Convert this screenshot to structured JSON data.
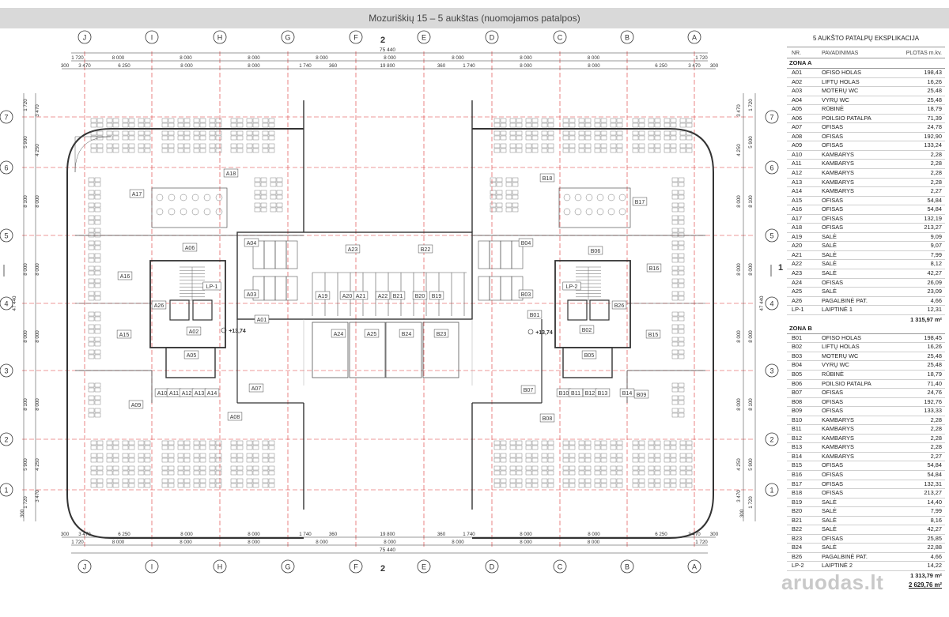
{
  "title": "Mozuriškių 15 – 5 aukštas (nuomojamos patalpos)",
  "watermark": "aruodas.lt",
  "axes_top": [
    "J",
    "I",
    "H",
    "G",
    "F",
    "E",
    "D",
    "C",
    "B",
    "A"
  ],
  "axes_side": [
    "7",
    "6",
    "5",
    "4",
    "3",
    "2",
    "1"
  ],
  "section_marks": {
    "vertical": "2",
    "horizontal": "1"
  },
  "dims": {
    "overall": "75 440",
    "row1": [
      "1 720",
      "8 000",
      "8 000",
      "8 000",
      "8 000",
      "8 000",
      "8 000",
      "8 000",
      "8 000",
      "1 720"
    ],
    "row2": [
      "300",
      "3 470",
      "6 250",
      "8 000",
      "8 000",
      "1 740",
      "360",
      "19 800",
      "360",
      "1 740",
      "8 000",
      "8 000",
      "6 250",
      "3 470",
      "300"
    ],
    "side_outer": "47 440",
    "side_a": [
      "1 720",
      "5 900",
      "8 100",
      "8 000",
      "8 000",
      "8 100",
      "5 900",
      "1 720"
    ],
    "side_b": [
      "3 470",
      "4 250",
      "8 000",
      "8 000",
      "8 000",
      "8 000",
      "4 250",
      "3 470"
    ],
    "side_end": "300"
  },
  "levels": [
    "+13,74",
    "+13,74"
  ],
  "rooms": {
    "A18": "A18",
    "A17": "A17",
    "A06": "A06",
    "A04": "A04",
    "A03": "A03",
    "A16": "A16",
    "LP1": "LP-1",
    "A26": "A26",
    "A02": "A02",
    "A01": "A01",
    "A15": "A15",
    "A05": "A05",
    "A09": "A09",
    "A07": "A07",
    "A08": "A08",
    "A10": "A10",
    "A11": "A11",
    "A12": "A12",
    "A13": "A13",
    "A14": "A14",
    "A23": "A23",
    "A19": "A19",
    "A20": "A20",
    "A21": "A21",
    "A22": "A22",
    "A24": "A24",
    "A25": "A25",
    "B18": "B18",
    "B17": "B17",
    "B06": "B06",
    "B04": "B04",
    "B03": "B03",
    "B16": "B16",
    "LP2": "LP-2",
    "B26": "B26",
    "B02": "B02",
    "B01": "B01",
    "B15": "B15",
    "B05": "B05",
    "B09": "B09",
    "B07": "B07",
    "B08": "B08",
    "B10": "B10",
    "B11": "B11",
    "B12": "B12",
    "B13": "B13",
    "B14": "B14",
    "B22": "B22",
    "B21": "B21",
    "B20": "B20",
    "B19": "B19",
    "B24": "B24",
    "B23": "B23"
  },
  "schedule": {
    "title": "5 AUKŠTO PATALPŲ EKSPLIKACIJA",
    "headers": {
      "nr": "NR.",
      "name": "PAVADINIMAS",
      "area": "PLOTAS m.kv."
    },
    "zones": [
      {
        "name": "ZONA A",
        "total": "1 315,97 m²",
        "rows": [
          [
            "A01",
            "OFISO HOLAS",
            "198,43"
          ],
          [
            "A02",
            "LIFTŲ HOLAS",
            "16,26"
          ],
          [
            "A03",
            "MOTERŲ WC",
            "25,48"
          ],
          [
            "A04",
            "VYRŲ WC",
            "25,48"
          ],
          [
            "A05",
            "RŪBINĖ",
            "18,79"
          ],
          [
            "A06",
            "POILSIO PATALPA",
            "71,39"
          ],
          [
            "A07",
            "OFISAS",
            "24,78"
          ],
          [
            "A08",
            "OFISAS",
            "192,90"
          ],
          [
            "A09",
            "OFISAS",
            "133,24"
          ],
          [
            "A10",
            "KAMBARYS",
            "2,28"
          ],
          [
            "A11",
            "KAMBARYS",
            "2,28"
          ],
          [
            "A12",
            "KAMBARYS",
            "2,28"
          ],
          [
            "A13",
            "KAMBARYS",
            "2,28"
          ],
          [
            "A14",
            "KAMBARYS",
            "2,27"
          ],
          [
            "A15",
            "OFISAS",
            "54,84"
          ],
          [
            "A16",
            "OFISAS",
            "54,84"
          ],
          [
            "A17",
            "OFISAS",
            "132,19"
          ],
          [
            "A18",
            "OFISAS",
            "213,27"
          ],
          [
            "A19",
            "SALĖ",
            "9,09"
          ],
          [
            "A20",
            "SALĖ",
            "9,07"
          ],
          [
            "A21",
            "SALĖ",
            "7,99"
          ],
          [
            "A22",
            "SALĖ",
            "8,12"
          ],
          [
            "A23",
            "SALĖ",
            "42,27"
          ],
          [
            "A24",
            "OFISAS",
            "26,09"
          ],
          [
            "A25",
            "SALĖ",
            "23,09"
          ],
          [
            "A26",
            "PAGALBINĖ PAT.",
            "4,66"
          ],
          [
            "LP-1",
            "LAIPTINĖ 1",
            "12,31"
          ]
        ]
      },
      {
        "name": "ZONA B",
        "total": "1 313,79 m²",
        "rows": [
          [
            "B01",
            "OFISO HOLAS",
            "198,45"
          ],
          [
            "B02",
            "LIFTŲ HOLAS",
            "16,26"
          ],
          [
            "B03",
            "MOTERŲ WC",
            "25,48"
          ],
          [
            "B04",
            "VYRŲ WC",
            "25,48"
          ],
          [
            "B05",
            "RŪBINĖ",
            "18,79"
          ],
          [
            "B06",
            "POILSIO PATALPA",
            "71,40"
          ],
          [
            "B07",
            "OFISAS",
            "24,76"
          ],
          [
            "B08",
            "OFISAS",
            "192,76"
          ],
          [
            "B09",
            "OFISAS",
            "133,33"
          ],
          [
            "B10",
            "KAMBARYS",
            "2,28"
          ],
          [
            "B11",
            "KAMBARYS",
            "2,28"
          ],
          [
            "B12",
            "KAMBARYS",
            "2,28"
          ],
          [
            "B13",
            "KAMBARYS",
            "2,28"
          ],
          [
            "B14",
            "KAMBARYS",
            "2,27"
          ],
          [
            "B15",
            "OFISAS",
            "54,84"
          ],
          [
            "B16",
            "OFISAS",
            "54,84"
          ],
          [
            "B17",
            "OFISAS",
            "132,31"
          ],
          [
            "B18",
            "OFISAS",
            "213,27"
          ],
          [
            "B19",
            "SALĖ",
            "14,40"
          ],
          [
            "B20",
            "SALĖ",
            "7,99"
          ],
          [
            "B21",
            "SALĖ",
            "8,16"
          ],
          [
            "B22",
            "SALĖ",
            "42,27"
          ],
          [
            "B23",
            "OFISAS",
            "25,85"
          ],
          [
            "B24",
            "SALĖ",
            "22,88"
          ],
          [
            "B26",
            "PAGALBINĖ PAT.",
            "4,66"
          ],
          [
            "LP-2",
            "LAIPTINĖ 2",
            "14,22"
          ]
        ]
      }
    ],
    "grand_total": "2 629,76 m²"
  }
}
